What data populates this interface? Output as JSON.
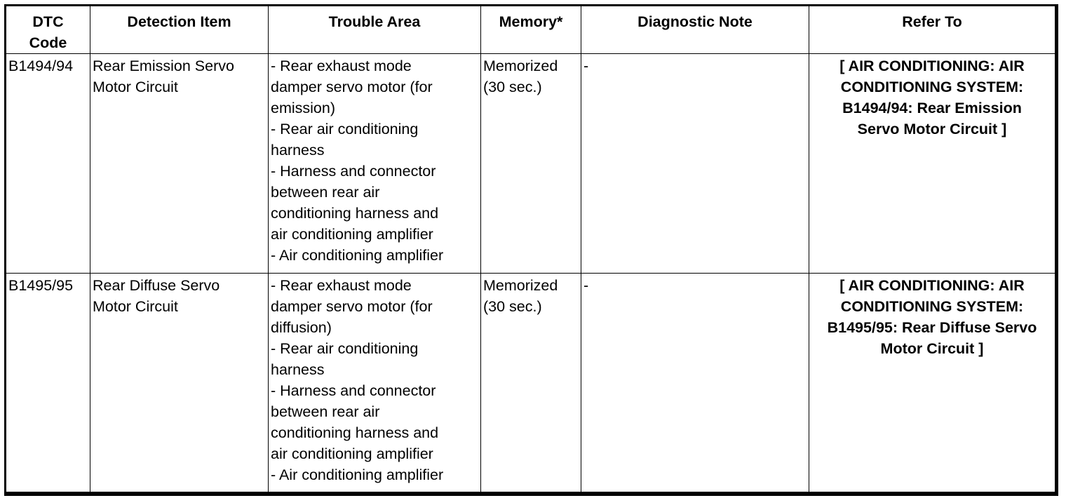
{
  "headers": {
    "dtc_code_line1": "DTC",
    "dtc_code_line2": "Code",
    "detection_item": "Detection Item",
    "trouble_area": "Trouble Area",
    "memory": "Memory*",
    "diagnostic_note": "Diagnostic Note",
    "refer_to": "Refer To"
  },
  "rows": [
    {
      "dtc_code": "B1494/94",
      "detection_item": [
        "Rear Emission Servo",
        "Motor Circuit"
      ],
      "trouble_area": [
        "- Rear exhaust mode",
        "damper servo motor (for",
        "emission)",
        "- Rear air conditioning",
        "harness",
        "- Harness and connector",
        "between rear air",
        "conditioning harness and",
        "air conditioning amplifier",
        "- Air conditioning amplifier"
      ],
      "memory": [
        "Memorized",
        "(30 sec.)"
      ],
      "diagnostic_note": "-",
      "refer_to": [
        "[ AIR CONDITIONING: AIR",
        "CONDITIONING SYSTEM:",
        "B1494/94: Rear Emission",
        "Servo Motor Circuit ]"
      ]
    },
    {
      "dtc_code": "B1495/95",
      "detection_item": [
        "Rear Diffuse Servo",
        "Motor Circuit"
      ],
      "trouble_area": [
        "- Rear exhaust mode",
        "damper servo motor (for",
        "diffusion)",
        "- Rear air conditioning",
        "harness",
        "- Harness and connector",
        "between rear air",
        "conditioning harness and",
        "air conditioning amplifier",
        "- Air conditioning amplifier"
      ],
      "memory": [
        "Memorized",
        "(30 sec.)"
      ],
      "diagnostic_note": "-",
      "refer_to": [
        "[ AIR CONDITIONING: AIR",
        "CONDITIONING SYSTEM:",
        "B1495/95: Rear Diffuse Servo",
        "Motor Circuit ]"
      ]
    }
  ]
}
